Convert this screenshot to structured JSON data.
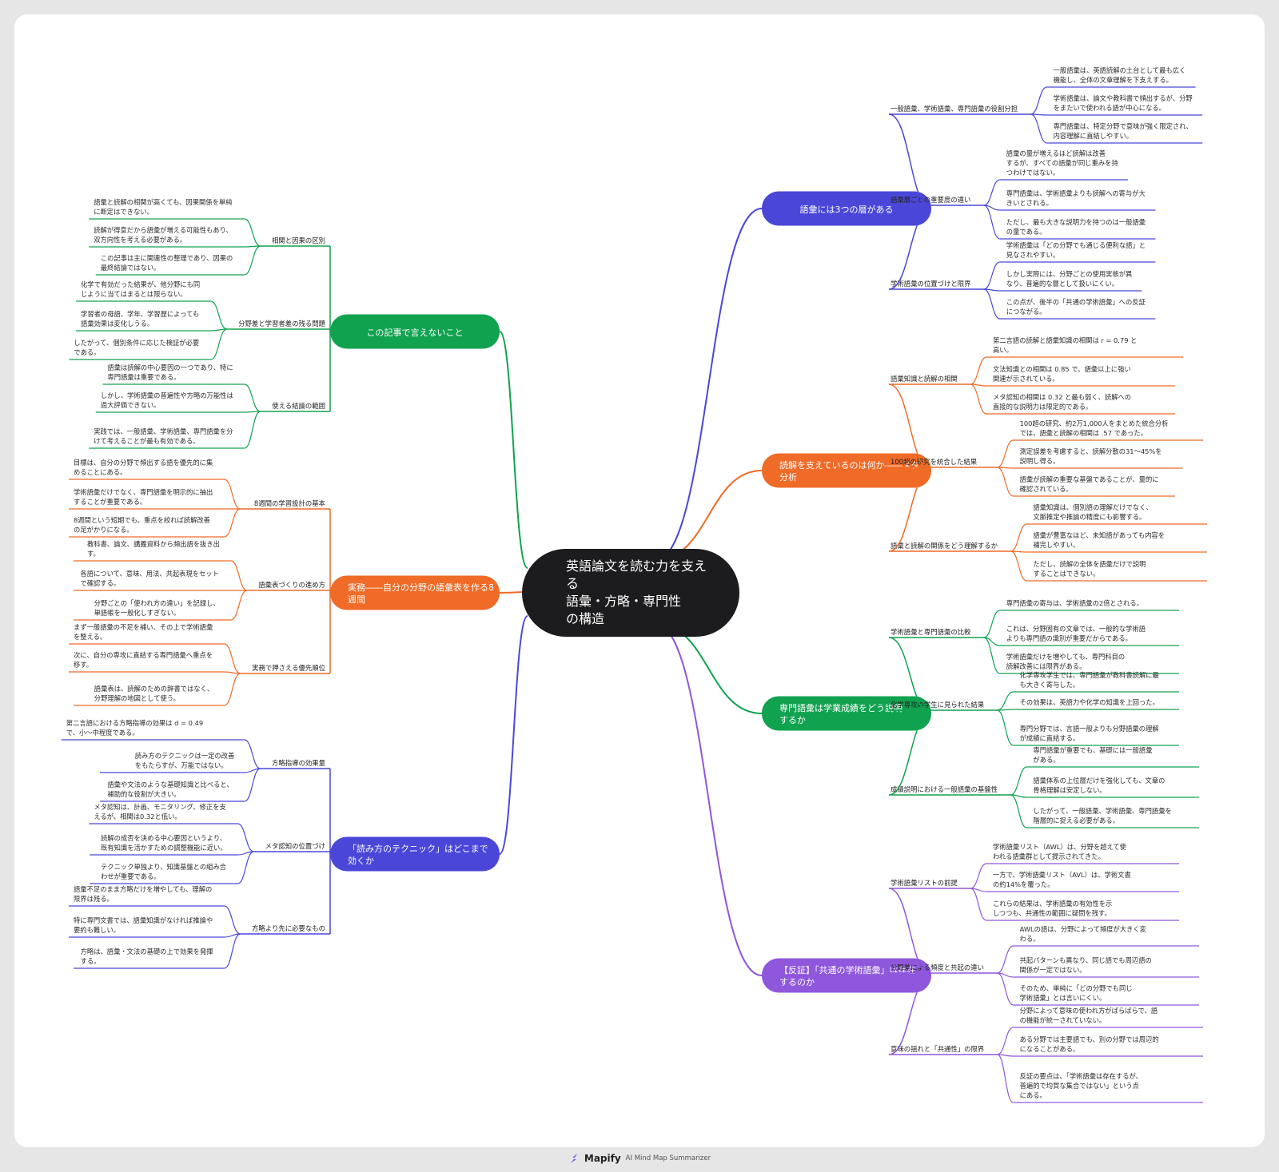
{
  "center": {
    "title": "英語論文を読む力を支える\n語彙・方略・専門性の構造"
  },
  "branches": [
    {
      "title": "語彙には3つの層がある",
      "color": "#4a47d8",
      "side": "right",
      "subs": [
        {
          "title": "一般語彙、学術語彙、専門語彙の役割分担",
          "leaves": [
            "一般語彙は、英語読解の土台として最も広く\n機能し、全体の文章理解を下支えする。",
            "学術語彙は、論文や教科書で頻出するが、分野\nをまたいで使われる語が中心になる。",
            "専門語彙は、特定分野で意味が強く限定され、\n内容理解に直結しやすい。"
          ]
        },
        {
          "title": "語彙層ごとの重要度の違い",
          "leaves": [
            "語彙の量が増えるほど読解は改善\nするが、すべての語彙が同じ重みを持\nつわけではない。",
            "専門語彙は、学術語彙よりも読解への寄与が大\nきいとされる。",
            "ただし、最も大きな説明力を持つのは一般語彙\nの量である。"
          ]
        },
        {
          "title": "学術語彙の位置づけと限界",
          "leaves": [
            "学術語彙は「どの分野でも通じる便利な語」と\n見なされやすい。",
            "しかし実際には、分野ごとの使用実態が異\nなり、普遍的な層として扱いにくい。",
            "この点が、後半の「共通の学術語彙」への反証\nにつながる。"
          ]
        }
      ]
    },
    {
      "title": "読解を支えているのは何か――メタ\n分析",
      "color": "#ef6b27",
      "side": "right",
      "subs": [
        {
          "title": "語彙知識と読解の相関",
          "leaves": [
            "第二言語の読解と語彙知識の相関は r = 0.79 と\n高い。",
            "文法知識との相関は 0.85 で、語彙以上に強い\n関連が示されている。",
            "メタ認知の相関は 0.32 と最も弱く、読解への\n直接的な説明力は限定的である。"
          ]
        },
        {
          "title": "100超の研究を統合した結果",
          "leaves": [
            "100超の研究、約2万1,000人をまとめた統合分析\nでは、語彙と読解の相関は .57 であった。",
            "測定誤差を考慮すると、読解分散の31〜45%を\n説明し得る。",
            "語彙が読解の重要な基盤であることが、量的に\n確認されている。"
          ]
        },
        {
          "title": "語彙と読解の関係をどう理解するか",
          "leaves": [
            "語彙知識は、個別語の理解だけでなく、\n文脈推定や推論の精度にも影響する。",
            "語彙が豊富なほど、未知語があっても内容を\n補完しやすい。",
            "ただし、読解の全体を語彙だけで説明\nすることはできない。"
          ]
        }
      ]
    },
    {
      "title": "専門語彙は学業成績をどう説明\nするか",
      "color": "#10a24f",
      "side": "right",
      "subs": [
        {
          "title": "学術語彙と専門語彙の比較",
          "leaves": [
            "専門語彙の寄与は、学術語彙の2倍とされる。",
            "これは、分野固有の文章では、一般的な学術語\nよりも専門語の識別が重要だからである。",
            "学術語彙だけを増やしても、専門科目の\n読解改善には限界がある。"
          ]
        },
        {
          "title": "化学専攻の学生に見られた結果",
          "leaves": [
            "化学専攻学生では、専門語彙が教科書読解に最\nも大きく寄与した。",
            "その効果は、英語力や化学の知識を上回った。",
            "専門分野では、言語一般よりも分野語彙の理解\nが成績に直結する。"
          ]
        },
        {
          "title": "成績説明における一般語彙の基盤性",
          "leaves": [
            "専門語彙が重要でも、基礎には一般語彙\nがある。",
            "語彙体系の上位層だけを強化しても、文章の\n骨格理解は安定しない。",
            "したがって、一般語彙、学術語彙、専門語彙を\n階層的に捉える必要がある。"
          ]
        }
      ]
    },
    {
      "title": "【反証】「共通の学術語彙」は存在\nするのか",
      "color": "#8f57dc",
      "side": "right",
      "subs": [
        {
          "title": "学術語彙リストの前提",
          "leaves": [
            "学術語彙リスト（AWL）は、分野を超えて使\nわれる語彙群として提示されてきた。",
            "一方で、学術語彙リスト（AVL）は、学術文書\nの約14%を覆った。",
            "これらの結果は、学術語彙の有効性を示\nしつつも、共通性の範囲に疑問を残す。"
          ]
        },
        {
          "title": "分野差による頻度と共起の違い",
          "leaves": [
            "AWLの語は、分野によって頻度が大きく変\nわる。",
            "共起パターンも異なり、同じ語でも周辺語の\n関係が一定ではない。",
            "そのため、単純に「どの分野でも同じ\n学術語彙」とは言いにくい。"
          ]
        },
        {
          "title": "意味の揺れと「共通性」の限界",
          "leaves": [
            "分野によって意味の使われ方がばらばらで、語\nの機能が統一されていない。",
            "ある分野では主要語でも、別の分野では周辺的\nになることがある。",
            "反証の要点は、「学術語彙は存在するが、\n普遍的で均質な集合ではない」という点\nにある。"
          ]
        }
      ]
    },
    {
      "title": "この記事で言えないこと",
      "color": "#10a24f",
      "side": "left",
      "subs": [
        {
          "title": "相関と因果の区別",
          "leaves": [
            "語彙と読解の相関が高くても、因果関係を単純\nに断定はできない。",
            "読解が得意だから語彙が増える可能性もあり、\n双方向性を考える必要がある。",
            "この記事は主に関連性の整理であり、因果の\n最終結論ではない。"
          ]
        },
        {
          "title": "分野差と学習者差の残る問題",
          "leaves": [
            "化学で有効だった結果が、他分野にも同\nじように当てはまるとは限らない。",
            "学習者の母語、学年、学習歴によっても\n語彙効果は変化しうる。",
            "したがって、個別条件に応じた検証が必要\nである。"
          ]
        },
        {
          "title": "使える結論の範囲",
          "leaves": [
            "語彙は読解の中心要因の一つであり、特に\n専門語彙は重要である。",
            "しかし、学術語彙の普遍性や方略の万能性は\n過大評価できない。",
            "実践では、一般語彙、学術語彙、専門語彙を分\nけて考えることが最も有効である。"
          ]
        }
      ]
    },
    {
      "title": "実務――自分の分野の語彙表を作る8\n週間",
      "color": "#ef6b27",
      "side": "left",
      "subs": [
        {
          "title": "8週間の学習設計の基本",
          "leaves": [
            "目標は、自分の分野で頻出する語を優先的に集\nめることにある。",
            "学術語彙だけでなく、専門語彙を明示的に抽出\nすることが重要である。",
            "8週間という短期でも、重点を絞れば読解改善\nの足がかりになる。"
          ]
        },
        {
          "title": "語彙表づくりの進め方",
          "leaves": [
            "教科書、論文、講義資料から頻出語を抜き出\nす。",
            "各語について、意味、用法、共起表現をセット\nで確認する。",
            "分野ごとの「使われ方の違い」を記録し、\n単語帳を一般化しすぎない。"
          ]
        },
        {
          "title": "実務で押さえる優先順位",
          "leaves": [
            "まず一般語彙の不足を補い、その上で学術語彙\nを整える。",
            "次に、自分の専攻に直結する専門語彙へ重点を\n移す。",
            "語彙表は、読解のための辞書ではなく、\n分野理解の地図として使う。"
          ]
        }
      ]
    },
    {
      "title": "「読み方のテクニック」はどこまで\n効くか",
      "color": "#4a47d8",
      "side": "left",
      "subs": [
        {
          "title": "方略指導の効果量",
          "leaves": [
            "第二言語における方略指導の効果は d = 0.49\nで、小〜中程度である。",
            "読み方のテクニックは一定の改善\nをもたらすが、万能ではない。",
            "語彙や文法のような基礎知識と比べると、\n補助的な役割が大きい。"
          ]
        },
        {
          "title": "メタ認知の位置づけ",
          "leaves": [
            "メタ認知は、計画、モニタリング、修正を支\nえるが、相関は0.32と低い。",
            "読解の成否を決める中心要因というより、\n既有知識を活かすための調整機能に近い。",
            "テクニック単独より、知識基盤との組み合\nわせが重要である。"
          ]
        },
        {
          "title": "方略より先に必要なもの",
          "leaves": [
            "語彙不足のまま方略だけを増やしても、理解の\n限界は残る。",
            "特に専門文書では、語彙知識がなければ推論や\n要約も難しい。",
            "方略は、語彙・文法の基礎の上で効果を発揮\nする。"
          ]
        }
      ]
    }
  ],
  "footer": {
    "brand": "Mapify",
    "tagline": "AI Mind Map Summarizer"
  }
}
